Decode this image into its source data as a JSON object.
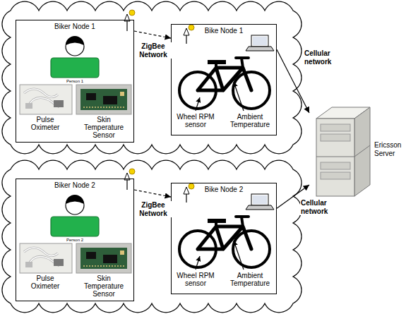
{
  "diagram": {
    "nodes": [
      {
        "text": [
          "Biker Node 1"
        ]
      },
      {
        "text": [
          "Bike Node 1"
        ]
      },
      {
        "text": [
          "Ericsson Server"
        ]
      },
      {
        "text": [
          "Biker Node 2"
        ]
      },
      {
        "text": [
          "Bike Node 2"
        ]
      }
    ],
    "edges": [
      {
        "from": 0,
        "to": 1,
        "arrow": "to",
        "label": "ZigBee Network"
      },
      {
        "from": 1,
        "to": 2,
        "arrow": "to",
        "label": "Cellular network"
      },
      {
        "from": 3,
        "to": 4,
        "arrow": "to",
        "label": "ZigBee Network"
      },
      {
        "from": 4,
        "to": 2,
        "arrow": "to",
        "label": "Cellular network"
      }
    ],
    "labels": [
      "Person 1",
      "Pulse Oximeter",
      "Skin Temperature Sensor",
      "Wheel RPM sensor",
      "Ambient Temperature",
      "Person 2",
      "Pulse Oximeter",
      "Skin Temperature Sensor",
      "Wheel RPM sensor",
      "Ambient Temperature"
    ]
  }
}
